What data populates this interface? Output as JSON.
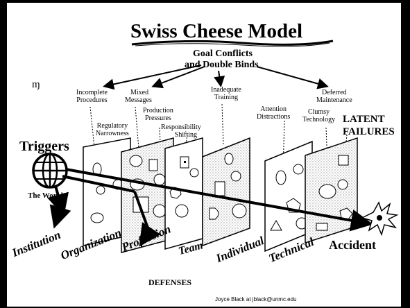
{
  "slide": {
    "title": "Swiss Cheese Model",
    "goal_conflicts": "Goal Conflicts",
    "double_binds": "and Double Binds",
    "footer": "Joyce Black at jblack@unmc.edu",
    "defenses": "DEFENSES",
    "latent_1": "LATENT",
    "latent_2": "FAILURES",
    "triggers": "Triggers",
    "the_world": "The World",
    "accident": "Accident",
    "corner_mark": "ɱ"
  },
  "factors": {
    "incomplete_1": "Incomplete",
    "incomplete_2": "Procedures",
    "mixed_1": "Mixed",
    "mixed_2": "Messages",
    "regulatory_1": "Regulatory",
    "regulatory_2": "Narrowness",
    "production_1": "Production",
    "production_2": "Pressures",
    "responsibility_1": "Responsibility",
    "responsibility_2": "Shifting",
    "inadequate_1": "Inadequate",
    "inadequate_2": "Training",
    "attention_1": "Attention",
    "attention_2": "Distractions",
    "deferred_1": "Deferred",
    "deferred_2": "Maintenance",
    "clumsy_1": "Clumsy",
    "clumsy_2": "Technology"
  },
  "layers": {
    "institution": "Institution",
    "organization": "Organization",
    "profession": "Profession",
    "team": "Team",
    "individual": "Individual",
    "technical": "Technical"
  }
}
